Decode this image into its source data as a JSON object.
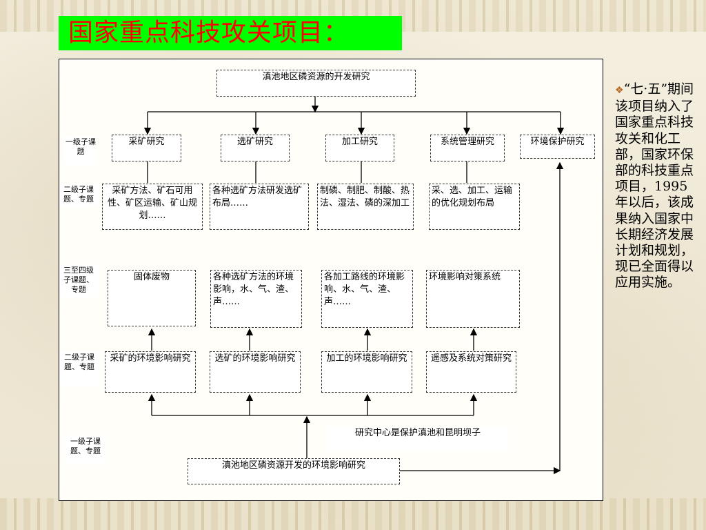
{
  "title": "国家重点科技攻关项目：",
  "top_node": "滇池地区磷资源的开发研究",
  "bottom_node": "滇池地区磷资源开发的环境影响研究",
  "center_note": "研究中心是保护滇池和昆明坝子",
  "row_labels": {
    "l1": "一级子课题",
    "l2": "二级子课题、专题",
    "l3": "三至四级子课题、专题",
    "l4": "二级子课题、专题",
    "l5": "一级子课题、专题"
  },
  "level1": [
    "采矿研究",
    "选矿研究",
    "加工研究",
    "系统管理研究",
    "环境保护研究"
  ],
  "level2": [
    "采矿方法、矿石可用性、矿区运输、矿山规划……",
    "各种选矿方法研发选矿布局……",
    "制磷、制肥、制酸、热法、湿法、磷的深加工",
    "采、选、加工、运输的优化规划布局"
  ],
  "level3": [
    "固体废物",
    "各种选矿方法的环境影响，水、气、渣、声……",
    "各加工路线的环境影响、水、气、渣、声……",
    "环境影响对策系统"
  ],
  "level4": [
    "采矿的环境影响研究",
    "选矿的环境影响研究",
    "加工的环境影响研究",
    "遥感及系统对策研究"
  ],
  "side_bullet": "❖",
  "side_text": "“七·五”期间该项目纳入了国家重点科技攻关和化工部，国家环保部的科技重点项目，1995年以后，该成果纳入国家中长期经济发展计划和规划，现已全面得以应用实施。"
}
